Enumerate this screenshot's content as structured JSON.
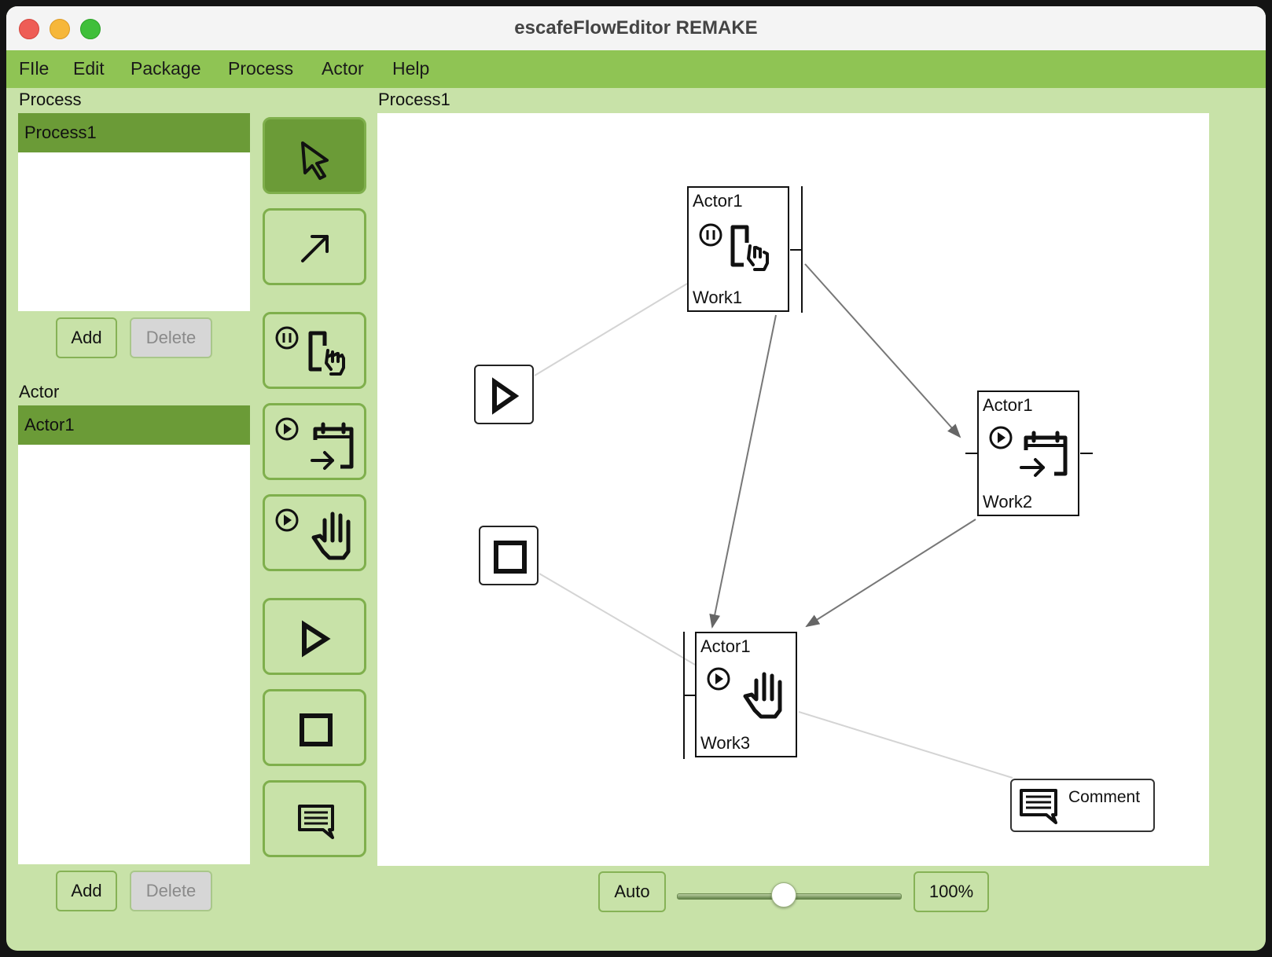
{
  "window": {
    "title": "escafeFlowEditor REMAKE"
  },
  "menu": [
    "FIle",
    "Edit",
    "Package",
    "Process",
    "Actor",
    "Help"
  ],
  "process_panel": {
    "label": "Process",
    "items": [
      "Process1"
    ],
    "add_label": "Add",
    "delete_label": "Delete"
  },
  "actor_panel": {
    "label": "Actor",
    "items": [
      "Actor1"
    ],
    "add_label": "Add",
    "delete_label": "Delete"
  },
  "tools": [
    {
      "name": "select-tool",
      "icon": "cursor-arrow-icon",
      "active": true
    },
    {
      "name": "connect-tool",
      "icon": "diagonal-arrow-icon",
      "active": false
    },
    {
      "name": "wait-work-tool",
      "icon": "pause-touch-icon",
      "active": false
    },
    {
      "name": "scheduled-work-tool",
      "icon": "play-calendar-icon",
      "active": false
    },
    {
      "name": "manual-work-tool",
      "icon": "play-hand-icon",
      "active": false
    },
    {
      "name": "start-tool",
      "icon": "play-triangle-icon",
      "active": false
    },
    {
      "name": "end-tool",
      "icon": "stop-square-icon",
      "active": false
    },
    {
      "name": "comment-tool",
      "icon": "comment-icon",
      "active": false
    }
  ],
  "editor": {
    "title": "Process1",
    "nodes": [
      {
        "id": "work1",
        "actor": "Actor1",
        "name": "Work1",
        "icon": "pause-touch-icon"
      },
      {
        "id": "work2",
        "actor": "Actor1",
        "name": "Work2",
        "icon": "play-calendar-icon"
      },
      {
        "id": "work3",
        "actor": "Actor1",
        "name": "Work3",
        "icon": "play-hand-icon"
      }
    ],
    "comment": {
      "text": "Comment",
      "icon": "comment-icon"
    }
  },
  "footer": {
    "auto_label": "Auto",
    "zoom_label": "100%",
    "zoom_value": 100
  },
  "colors": {
    "window_bg": "#c8e2a8",
    "menu_bg": "#8fc454",
    "selected_bg": "#6b9b37",
    "canvas_bg": "#ffffff"
  }
}
